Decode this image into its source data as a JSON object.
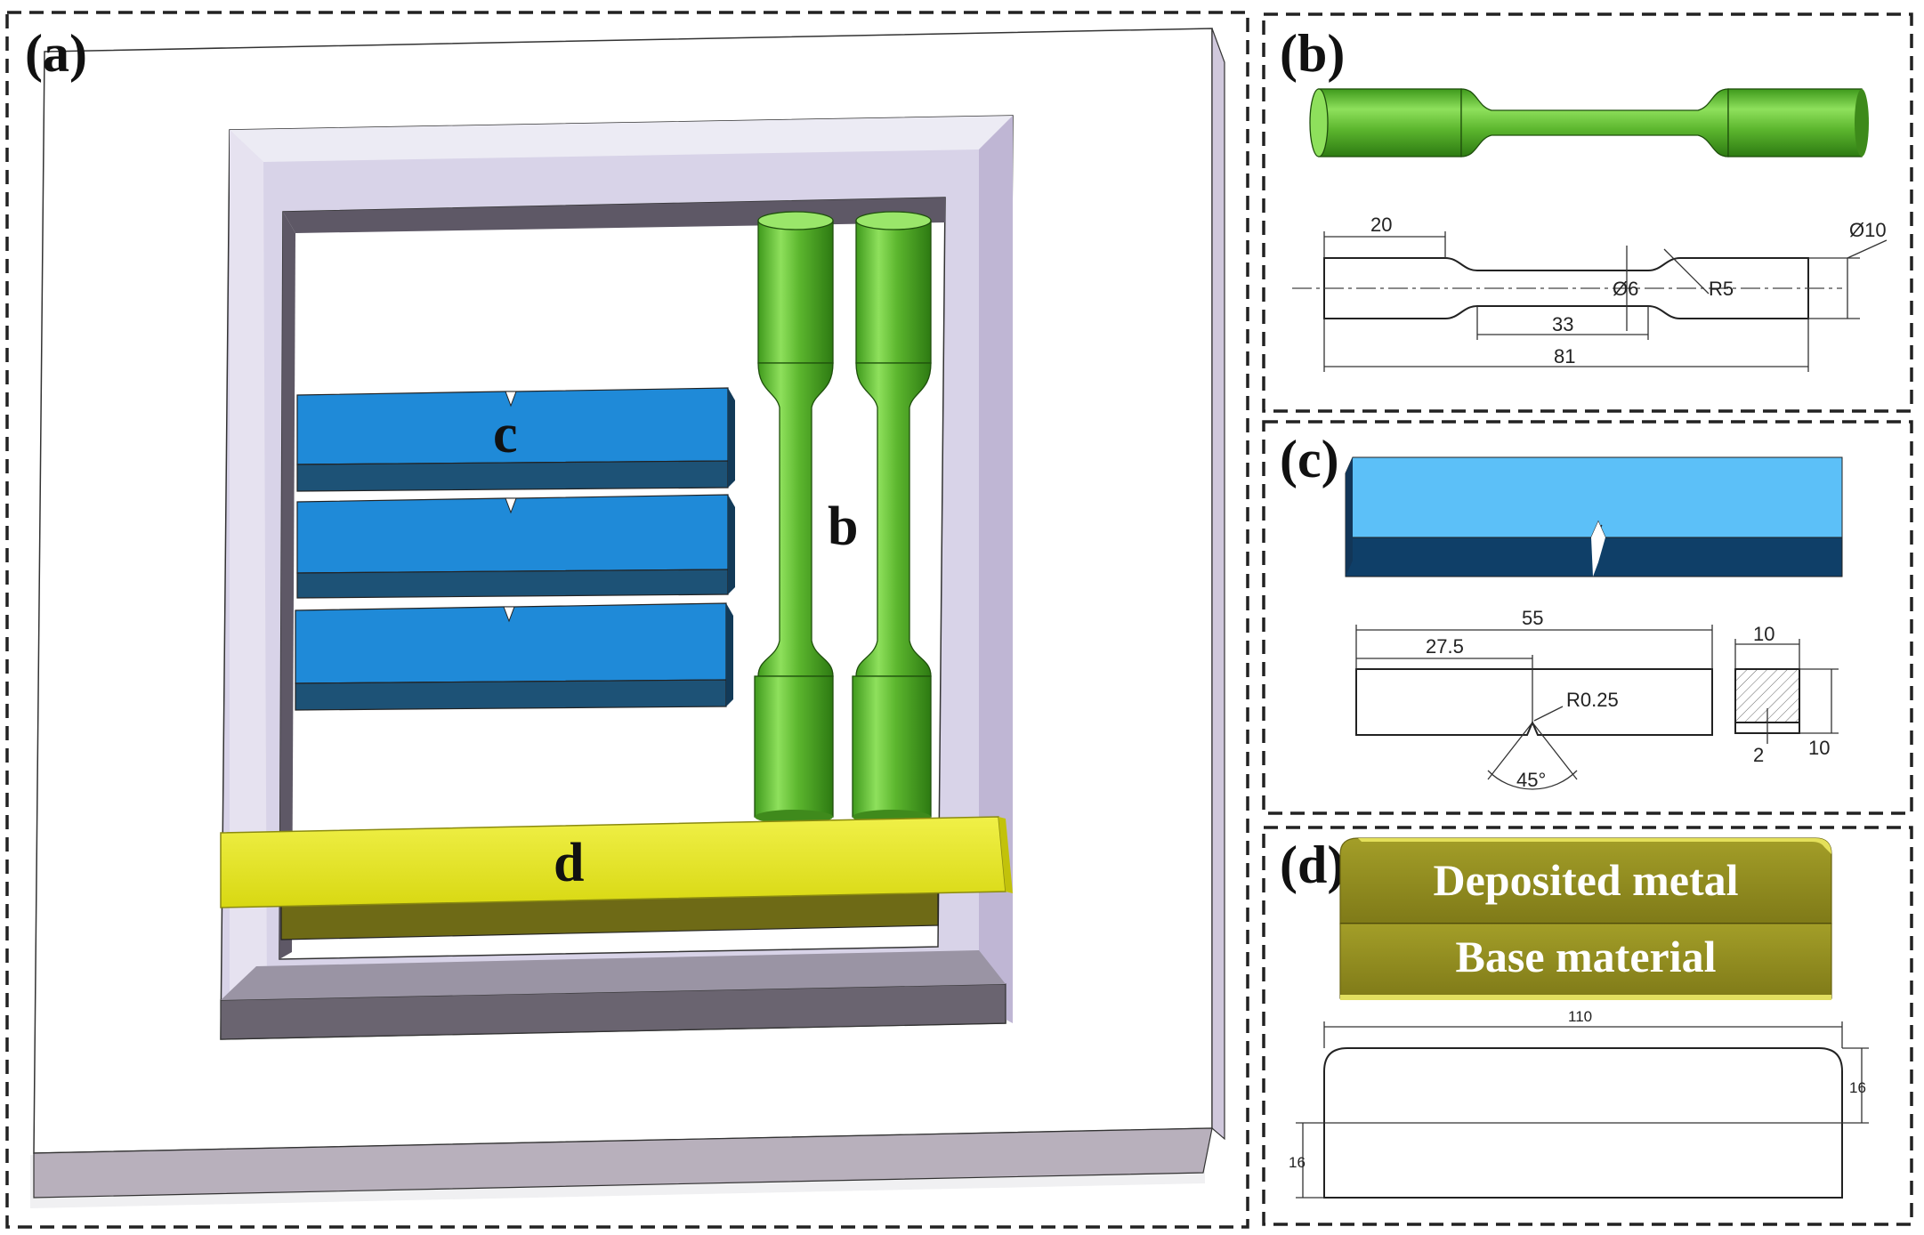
{
  "panels": {
    "a": {
      "label": "(a)",
      "parts": {
        "c": "c",
        "b": "b",
        "d": "d"
      }
    },
    "b": {
      "label": "(b)",
      "dims": {
        "grip_length": "20",
        "grip_dia": "Ø10",
        "gauge_dia": "Ø6",
        "radius": "R5",
        "gauge_length": "33",
        "total_length": "81"
      }
    },
    "c": {
      "label": "(c)",
      "dims": {
        "length": "55",
        "half_length": "27.5",
        "notch_radius": "R0.25",
        "notch_angle": "45°",
        "width": "10",
        "height": "10",
        "notch_depth": "2"
      }
    },
    "d": {
      "label": "(d)",
      "layers": {
        "top": "Deposited metal",
        "bottom": "Base material"
      },
      "dims": {
        "length": "110",
        "deposit_height": "16",
        "base_height": "16"
      }
    }
  },
  "colors": {
    "tensile": "#66c23a",
    "impact": "#1f8ad8",
    "strip": "#e6e619",
    "frame": "#d8d3e8",
    "deposit": "#8f8a20"
  }
}
